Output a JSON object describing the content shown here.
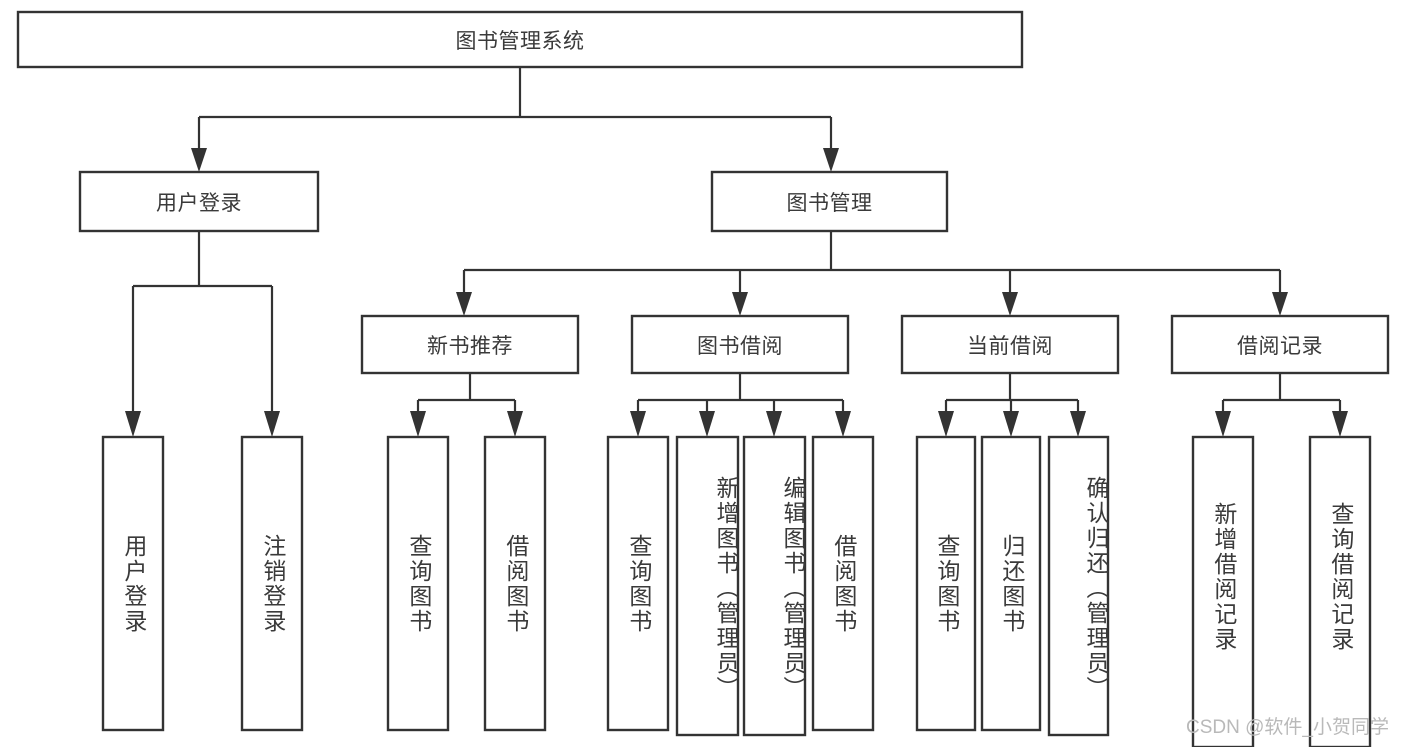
{
  "diagram": {
    "type": "tree-hierarchy",
    "title": "图书管理系统",
    "watermark": "CSDN @软件_小贺同学",
    "colors": {
      "box_stroke": "#333333",
      "box_fill": "#ffffff",
      "text": "#3a3a3a",
      "connector": "#333333",
      "background": "#ffffff",
      "watermark": "#b9b9b9"
    },
    "levels": {
      "root": {
        "label": "图书管理系统",
        "orientation": "horizontal"
      },
      "level1": [
        {
          "id": "user-login",
          "label": "用户登录",
          "orientation": "horizontal"
        },
        {
          "id": "book-management",
          "label": "图书管理",
          "orientation": "horizontal"
        }
      ],
      "level2": [
        {
          "id": "new-book-recommend",
          "label": "新书推荐",
          "orientation": "horizontal",
          "parent": "book-management"
        },
        {
          "id": "book-borrow",
          "label": "图书借阅",
          "orientation": "horizontal",
          "parent": "book-management"
        },
        {
          "id": "current-borrow",
          "label": "当前借阅",
          "orientation": "horizontal",
          "parent": "book-management"
        },
        {
          "id": "borrow-record",
          "label": "借阅记录",
          "orientation": "horizontal",
          "parent": "book-management"
        }
      ],
      "leaves": [
        {
          "id": "leaf-user-login",
          "label": "用户登录",
          "parent": "user-login",
          "orientation": "vertical"
        },
        {
          "id": "leaf-logout-login",
          "label": "注销登录",
          "parent": "user-login",
          "orientation": "vertical"
        },
        {
          "id": "leaf-query-book-1",
          "label": "查询图书",
          "parent": "new-book-recommend",
          "orientation": "vertical"
        },
        {
          "id": "leaf-borrow-book-1",
          "label": "借阅图书",
          "parent": "new-book-recommend",
          "orientation": "vertical"
        },
        {
          "id": "leaf-query-book-2",
          "label": "查询图书",
          "parent": "book-borrow",
          "orientation": "vertical"
        },
        {
          "id": "leaf-add-book",
          "label": "新增图书（管理员）",
          "parent": "book-borrow",
          "orientation": "vertical"
        },
        {
          "id": "leaf-edit-book",
          "label": "编辑图书（管理员）",
          "parent": "book-borrow",
          "orientation": "vertical"
        },
        {
          "id": "leaf-borrow-book-2",
          "label": "借阅图书",
          "parent": "book-borrow",
          "orientation": "vertical"
        },
        {
          "id": "leaf-query-book-3",
          "label": "查询图书",
          "parent": "current-borrow",
          "orientation": "vertical"
        },
        {
          "id": "leaf-return-book",
          "label": "归还图书",
          "parent": "current-borrow",
          "orientation": "vertical"
        },
        {
          "id": "leaf-confirm-return",
          "label": "确认归还（管理员）",
          "parent": "current-borrow",
          "orientation": "vertical"
        },
        {
          "id": "leaf-add-record",
          "label": "新增借阅记录",
          "parent": "borrow-record",
          "orientation": "vertical"
        },
        {
          "id": "leaf-query-record",
          "label": "查询借阅记录",
          "parent": "borrow-record",
          "orientation": "vertical"
        }
      ]
    }
  }
}
